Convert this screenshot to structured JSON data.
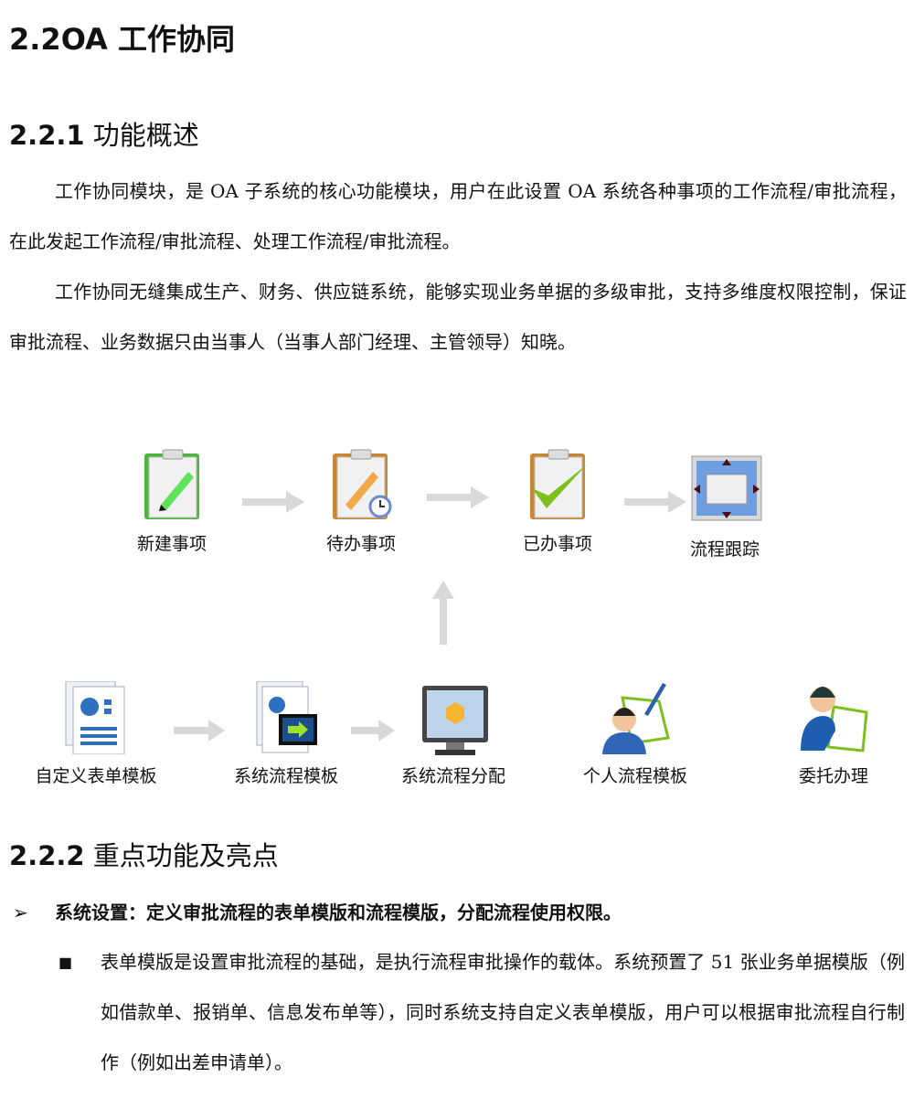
{
  "section_title": "2.2OA 工作协同",
  "s1": {
    "num": "2.2.1",
    "title": "功能概述",
    "p1": "工作协同模块，是 OA 子系统的核心功能模块，用户在此设置 OA 系统各种事项的工作流程/审批流程，在此发起工作流程/审批流程、处理工作流程/审批流程。",
    "p2": "工作协同无缝集成生产、财务、供应链系统，能够实现业务单据的多级审批，支持多维度权限控制，保证审批流程、业务数据只由当事人（当事人部门经理、主管领导）知晓。"
  },
  "diagram": {
    "top": [
      "新建事项",
      "待办事项",
      "已办事项",
      "流程跟踪"
    ],
    "bottom": [
      "自定义表单模板",
      "系统流程模板",
      "系统流程分配",
      "个人流程模板",
      "委托办理"
    ]
  },
  "s2": {
    "num": "2.2.2",
    "title": "重点功能及亮点",
    "bullet1": "系统设置：定义审批流程的表单模版和流程模版，分配流程使用权限。",
    "sub1": "表单模版是设置审批流程的基础，是执行流程审批操作的载体。系统预置了 51 张业务单据模版（例如借款单、报销单、信息发布单等），同时系统支持自定义表单模版，用户可以根据审批流程自行制作（例如出差申请单）。"
  }
}
